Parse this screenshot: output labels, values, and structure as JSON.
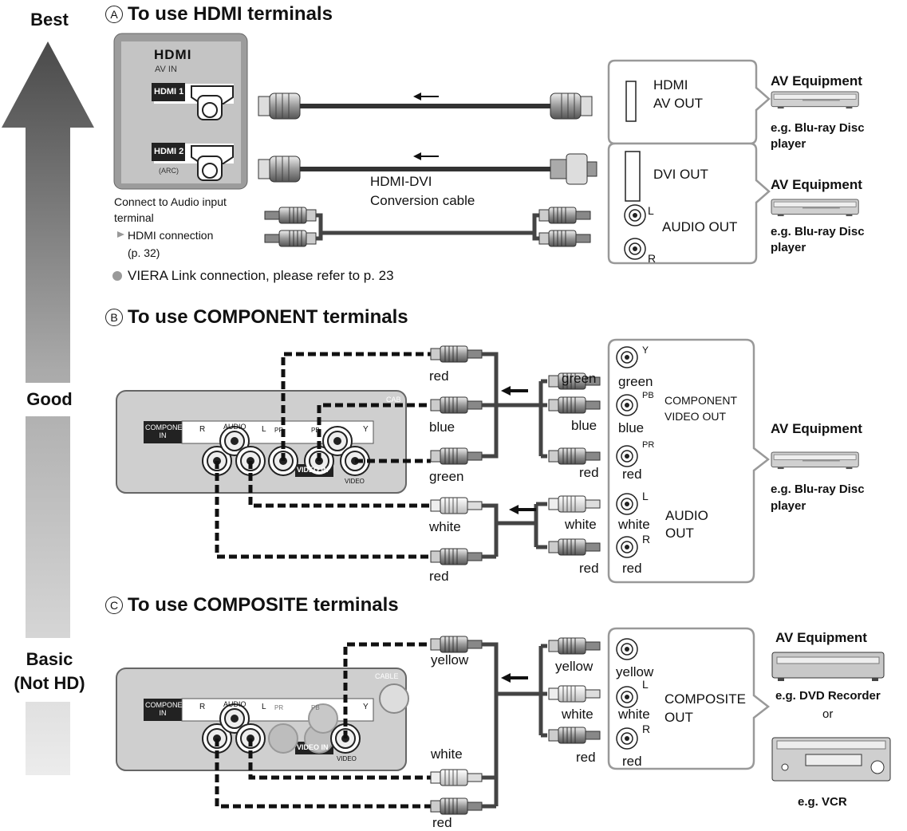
{
  "quality": {
    "best": "Best",
    "good": "Good",
    "basic_line1": "Basic",
    "basic_line2": "(Not HD)"
  },
  "section_a": {
    "marker": "A",
    "title": "To use HDMI terminals",
    "tv": {
      "logo": "HDMI",
      "av_in": "AV IN",
      "hdmi1": "HDMI 1",
      "hdmi2": "HDMI 2",
      "arc": "(ARC)"
    },
    "hdmi_out": [
      "HDMI",
      "AV OUT"
    ],
    "dvi_out": "DVI OUT",
    "audio_out": "AUDIO OUT",
    "jack_l": "L",
    "jack_r": "R",
    "cable_label": [
      "HDMI-DVI",
      "Conversion cable"
    ],
    "note_lines": [
      "Connect to Audio input",
      "terminal",
      "HDMI connection",
      "(p. 32)"
    ],
    "viera_note": "VIERA Link connection, please refer to p. 23",
    "equipment": [
      {
        "name": "AV Equipment",
        "example": [
          "e.g. Blu-ray Disc",
          "player"
        ]
      },
      {
        "name": "AV Equipment",
        "example": [
          "e.g. Blu-ray Disc",
          "player"
        ]
      }
    ]
  },
  "section_b": {
    "marker": "B",
    "title": "To use COMPONENT terminals",
    "tv": {
      "component_in": [
        "COMPONENT",
        "IN"
      ],
      "audio": "AUDIO",
      "r": "R",
      "l": "L",
      "pr": "PR",
      "pb": "PB",
      "y": "Y",
      "video_in": "VIDEO IN",
      "video": "VIDEO",
      "cable": "CAB"
    },
    "left_plug_labels": [
      "red",
      "blue",
      "green",
      "white",
      "red"
    ],
    "right_plug_labels": [
      "green",
      "blue",
      "red",
      "white",
      "red"
    ],
    "jack_labels": [
      "green",
      "blue",
      "red",
      "white",
      "red"
    ],
    "jack_marks": [
      "Y",
      "PB",
      "PR",
      "L",
      "R"
    ],
    "component_out": [
      "COMPONENT",
      "VIDEO OUT"
    ],
    "audio_out": [
      "AUDIO",
      "OUT"
    ],
    "equipment": {
      "name": "AV Equipment",
      "example": [
        "e.g. Blu-ray Disc",
        "player"
      ]
    }
  },
  "section_c": {
    "marker": "C",
    "title": "To use COMPOSITE terminals",
    "tv": {
      "component_in": [
        "COMPONENT",
        "IN"
      ],
      "audio": "AUDIO",
      "r": "R",
      "l": "L",
      "pr": "PR",
      "pb": "PB",
      "y": "Y",
      "video_in": "VIDEO IN",
      "video": "VIDEO",
      "cable": "CABLE"
    },
    "left_plug_labels": [
      "yellow",
      "white",
      "red"
    ],
    "right_plug_labels": [
      "yellow",
      "white",
      "red"
    ],
    "jack_labels": [
      "yellow",
      "white",
      "red"
    ],
    "jack_marks": [
      "L",
      "R"
    ],
    "composite_out": [
      "COMPOSITE",
      "OUT"
    ],
    "equipment": {
      "name": "AV Equipment",
      "example1": "e.g. DVD Recorder",
      "or": "or",
      "example2": "e.g. VCR"
    }
  },
  "colors": {
    "arrow_dark": "#555555",
    "arrow_light": "#d8d8d8",
    "panel_gray": "#cfcfcf",
    "frame": "#999999",
    "cable_dark": "#333333"
  }
}
